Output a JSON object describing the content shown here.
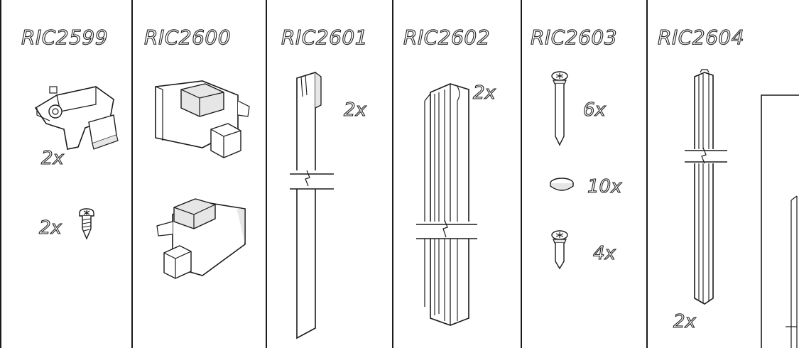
{
  "columns": [
    {
      "code": "RIC2599",
      "quantities": [
        "2x",
        "2x"
      ]
    },
    {
      "code": "RIC2600",
      "quantities": []
    },
    {
      "code": "RIC2601",
      "quantities": [
        "2x"
      ]
    },
    {
      "code": "RIC2602",
      "quantities": [
        "2x"
      ]
    },
    {
      "code": "RIC2603",
      "quantities": [
        "6x",
        "10x",
        "4x"
      ]
    },
    {
      "code": "RIC2604",
      "quantities": [
        "2x"
      ]
    }
  ],
  "colors": {
    "line": "#1a1a1a",
    "fill_light": "#ffffff",
    "fill_shade": "#e6e6e6"
  }
}
